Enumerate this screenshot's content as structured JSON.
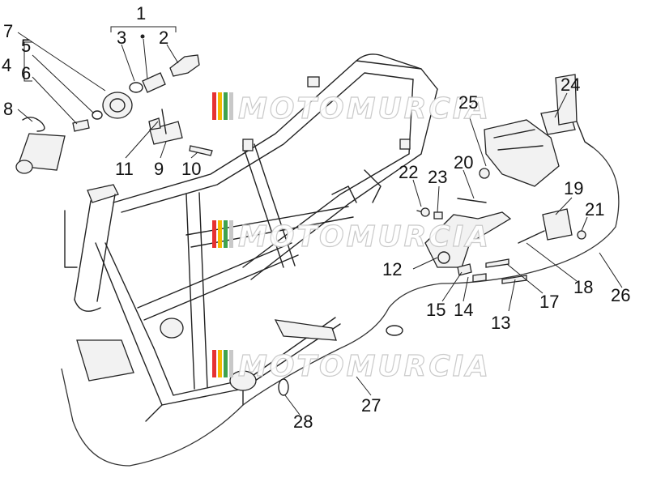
{
  "watermark": {
    "text": "MOTOMURCIA",
    "stripe_colors": [
      "#e63232",
      "#f5b800",
      "#3fa34d",
      "#c8c8c8"
    ]
  },
  "callouts": [
    "1",
    "2",
    "3",
    "4",
    "5",
    "6",
    "7",
    "8",
    "9",
    "10",
    "11",
    "12",
    "13",
    "14",
    "15",
    "17",
    "18",
    "19",
    "20",
    "21",
    "22",
    "23",
    "24",
    "25",
    "26",
    "27",
    "28"
  ],
  "colors": {
    "line": "#222222",
    "background": "#ffffff"
  }
}
